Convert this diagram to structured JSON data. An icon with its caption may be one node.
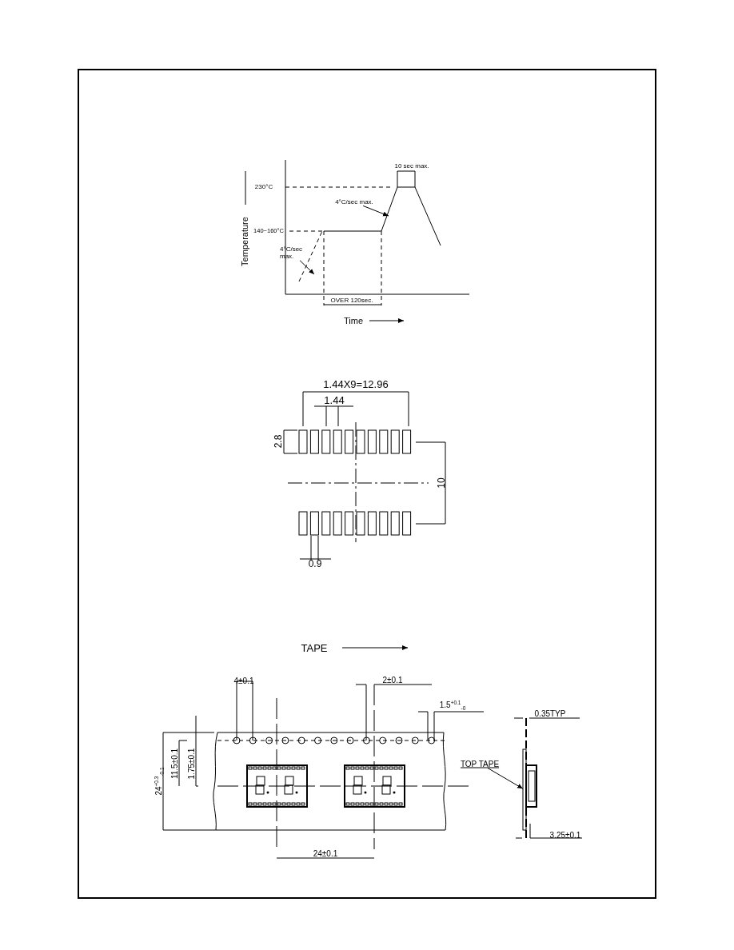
{
  "diagram": {
    "nodes": [
      {
        "text": [
          "4°C/sec max."
        ]
      },
      {
        "text": [
          "4°C/sec max."
        ]
      },
      {
        "text": [
          "TOP TAPE"
        ]
      },
      {
        "text": [],
        "shape": "bar"
      }
    ],
    "edges": [
      {
        "from": 0,
        "to": null,
        "arrow": "to"
      },
      {
        "from": 1,
        "to": null,
        "arrow": "to"
      },
      {
        "from": 2,
        "to": 3,
        "arrow": "to"
      }
    ],
    "labels": [
      "230°C",
      "10 sec max.",
      "140~160°C",
      "Temperature",
      "OVER 120sec.",
      "Time",
      "1.44X9=12.96",
      "1.44",
      "2.8",
      "10",
      "0.9",
      "TAPE",
      "4±0.1",
      "2±0.1",
      "1.5$^{+0.1}$$_{-0}$",
      "0.35TYP",
      "24$^{+0.3}$$_{-0.1}$",
      "11.5±0.1",
      "1.75±0.1",
      "3.25±0.1",
      "24±0.1"
    ]
  }
}
